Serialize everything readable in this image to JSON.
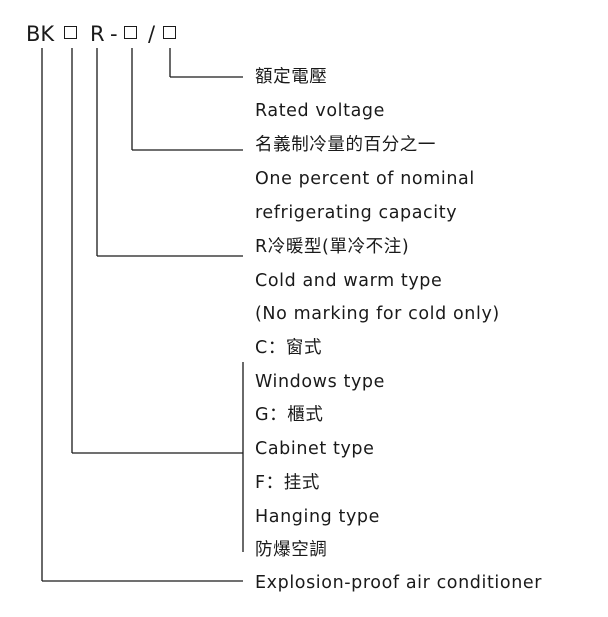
{
  "code": {
    "prefix": "BK",
    "r": "R",
    "dash": "-",
    "slash": "/"
  },
  "labels": {
    "rated_voltage_zh": "額定電壓",
    "rated_voltage_en": "Rated voltage",
    "capacity_zh": "名義制冷量的百分之一",
    "capacity_en_1": "One percent of nominal",
    "capacity_en_2": "refrigerating capacity",
    "cold_warm_zh": "R冷暖型(單冷不注)",
    "cold_warm_en": "Cold and warm type",
    "no_marking_en": "(No marking for cold only)",
    "window_zh": "C：窗式",
    "window_en": "Windows type",
    "cabinet_zh": "G：櫃式",
    "cabinet_en": "Cabinet type",
    "hanging_zh": "F：挂式",
    "hanging_en": "Hanging type",
    "explosion_zh": "防爆空調",
    "explosion_en": "Explosion-proof air conditioner"
  },
  "colors": {
    "ink": "#1a1a1a",
    "background": "#ffffff"
  }
}
